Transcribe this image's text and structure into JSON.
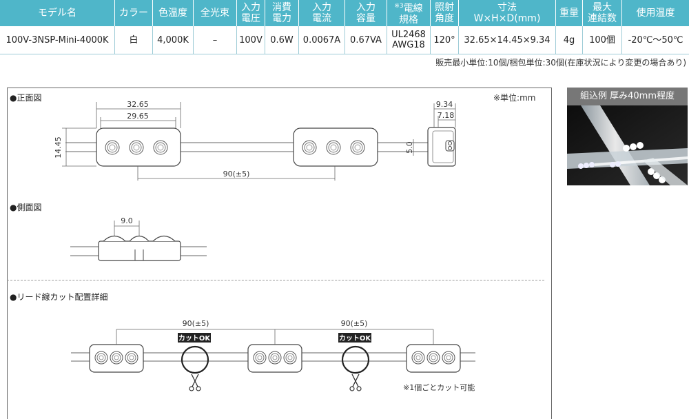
{
  "spec": {
    "headers": {
      "model": "モデル名",
      "color": "カラー",
      "cct": "色温度",
      "flux": "全光束",
      "voltage_1": "入力",
      "voltage_2": "電圧",
      "power_1": "消費",
      "power_2": "電力",
      "current_1": "入力",
      "current_2": "電流",
      "capacity_1": "入力",
      "capacity_2": "容量",
      "wire_mark": "※3",
      "wire_1": "電線",
      "wire_2": "規格",
      "angle_1": "照射",
      "angle_2": "角度",
      "dim_1": "寸法",
      "dim_2": "W×H×D(mm)",
      "weight": "重量",
      "max_1": "最大",
      "max_2": "連結数",
      "temp": "使用温度"
    },
    "row": {
      "model": "100V-3NSP-Mini-4000K",
      "color": "白",
      "cct": "4,000K",
      "flux": "–",
      "voltage": "100V",
      "power": "0.6W",
      "current": "0.0067A",
      "capacity": "0.67VA",
      "wire_1": "UL2468",
      "wire_2": "AWG18",
      "angle": "120°",
      "dim": "32.65×14.45×9.34",
      "weight": "4g",
      "max": "100個",
      "temp": "-20℃〜50℃"
    },
    "note": "販売最小単位:10個/梱包単位:30個(在庫状況により変更の場合あり)"
  },
  "drawing": {
    "front_title": "●正面図",
    "side_title": "●側面図",
    "lead_title": "●リード線カット配置詳細",
    "unit": "※単位:mm",
    "dim_width": "32.65",
    "dim_inner": "29.65",
    "dim_height": "14.45",
    "dim_pitch": "90(±5)",
    "dim_depth": "9.34",
    "dim_depth_inner": "7.18",
    "dim_lead": "5.0",
    "dim_side": "9.0",
    "cut_label": "カットOK",
    "cut_note": "※1個ごとカット可能"
  },
  "photo": {
    "title": "組込例 厚み40mm程度"
  }
}
